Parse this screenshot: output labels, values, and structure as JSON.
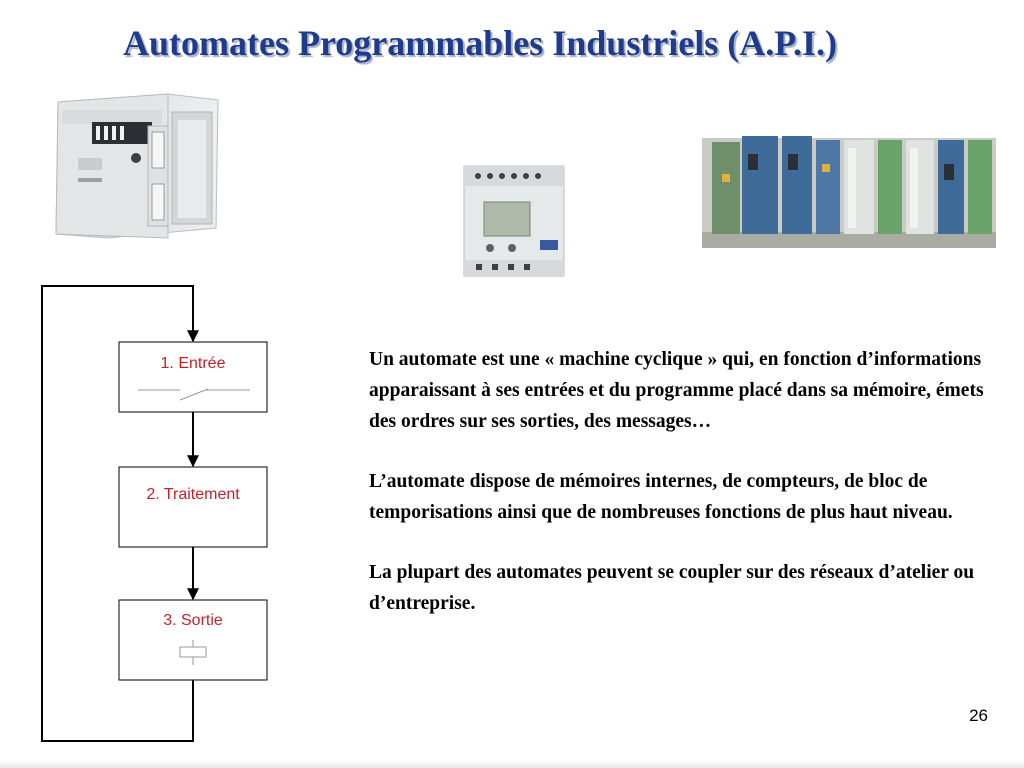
{
  "slide": {
    "title": "Automates Programmables Industriels (A.P.I.)",
    "page_number": "26"
  },
  "diagram": {
    "steps": [
      {
        "label": "1. Entrée",
        "symbol": "contact-switch-icon"
      },
      {
        "label": "2. Traitement",
        "symbol": ""
      },
      {
        "label": "3. Sortie",
        "symbol": "relay-coil-icon"
      }
    ],
    "line_color": "#000000",
    "label_color": "#c81e28"
  },
  "body": {
    "paragraphs": [
      "Un automate est une  « machine cyclique » qui, en fonction d’informations apparaissant à ses entrées  et du programme placé dans sa mémoire, émets des ordres sur ses sorties, des messages…",
      "L’automate dispose de mémoires internes, de compteurs, de  bloc de temporisations ainsi que de nombreuses fonctions de plus haut niveau.",
      "La plupart des automates peuvent se coupler sur des réseaux d’atelier ou d’entreprise."
    ]
  },
  "photos": [
    {
      "name": "modular-plc-photo"
    },
    {
      "name": "compact-plc-photo"
    },
    {
      "name": "rack-plc-photo"
    }
  ],
  "colors": {
    "title": "#1f3c8c",
    "text": "#000000"
  }
}
